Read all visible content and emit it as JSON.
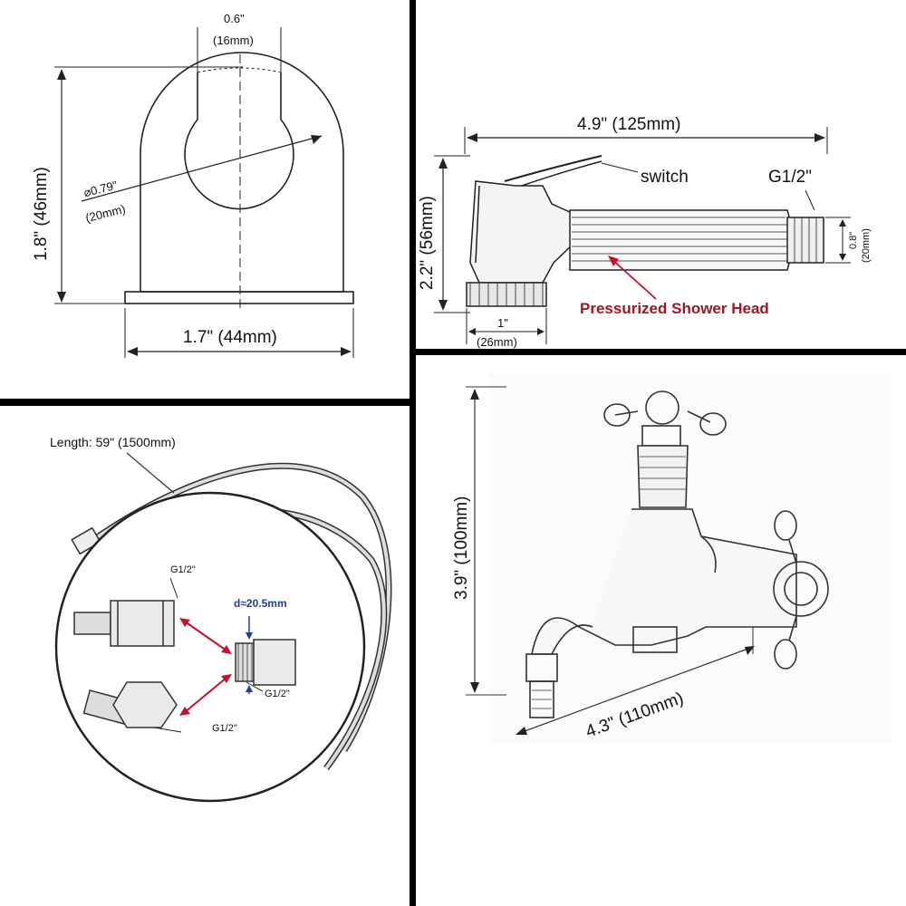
{
  "bracket": {
    "top_width_in": "0.6\"",
    "top_width_mm": "(16mm)",
    "hole_diam_in": "0.79\"",
    "hole_diam_mm": "(20mm)",
    "height": "1.8\" (46mm)",
    "base_width": "1.7\" (44mm)"
  },
  "sprayer": {
    "length": "4.9\" (125mm)",
    "switch_label": "switch",
    "thread_label": "G1/2\"",
    "height": "2.2\" (56mm)",
    "thread_diam_in": "0.8\"",
    "thread_diam_mm": "(20mm)",
    "base_width_in": "1\"",
    "base_width_mm": "(26mm)",
    "head_label": "Pressurized Shower Head"
  },
  "hose": {
    "length": "Length: 59\" (1500mm)",
    "end_top": "G1/2\"",
    "adapter_diam": "d≈20.5mm",
    "adapter_thread": "G1/2\"",
    "end_bottom": "G1/2\""
  },
  "tap": {
    "height": "3.9\" (100mm)",
    "depth": "4.3\" (110mm)"
  },
  "colors": {
    "line": "#222222",
    "highlight_label": "#a01622",
    "adapter_label": "#1f3d9a",
    "arrow": "#c8102e"
  }
}
